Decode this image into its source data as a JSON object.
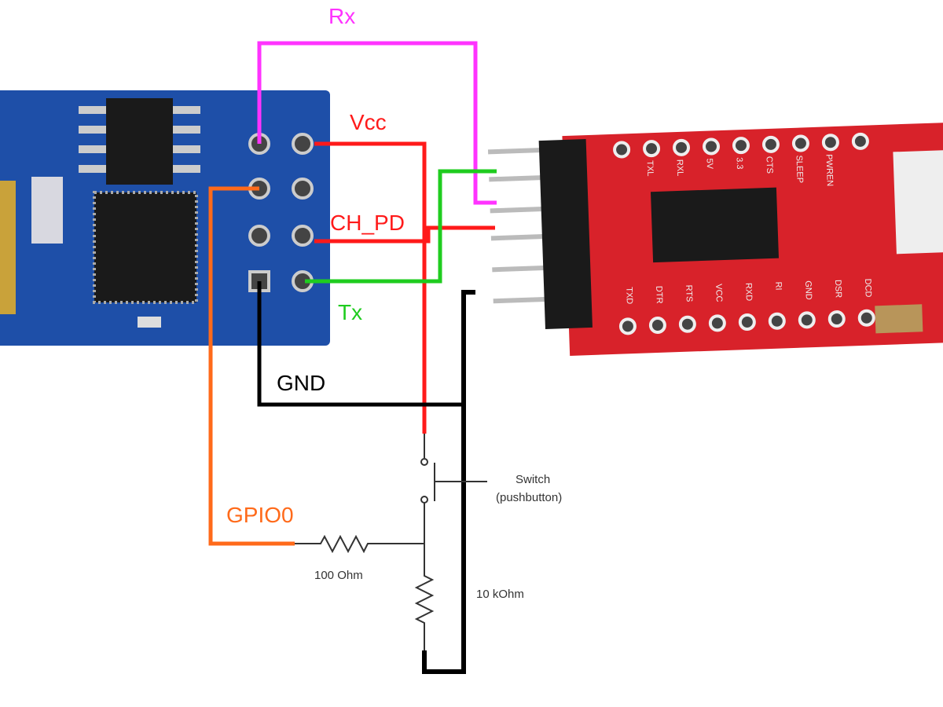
{
  "colors": {
    "rx": "#ff33ff",
    "vcc": "#ff1a1a",
    "tx": "#1fcc1f",
    "gnd": "#000000",
    "gpio0": "#ff6a1a",
    "esp_board": "#1e4fa8",
    "ftdi_board": "#d8222a"
  },
  "wires": {
    "rx": "Rx",
    "vcc": "Vcc",
    "ch_pd": "CH_PD",
    "tx": "Tx",
    "gnd": "GND",
    "gpio0": "GPIO0"
  },
  "components": {
    "switch_label": "Switch",
    "switch_sub": "(pushbutton)",
    "r1": "100 Ohm",
    "r2": "10 kOhm"
  },
  "ftdi": {
    "top_pins": [
      "TXL",
      "RXL",
      "5V",
      "3.3",
      "CTS",
      "SLEEP",
      "PWREN"
    ],
    "bottom_pins": [
      "TXD",
      "DTR",
      "RTS",
      "VCC",
      "RXD",
      "RI",
      "GND",
      "DSR",
      "DCD"
    ]
  }
}
